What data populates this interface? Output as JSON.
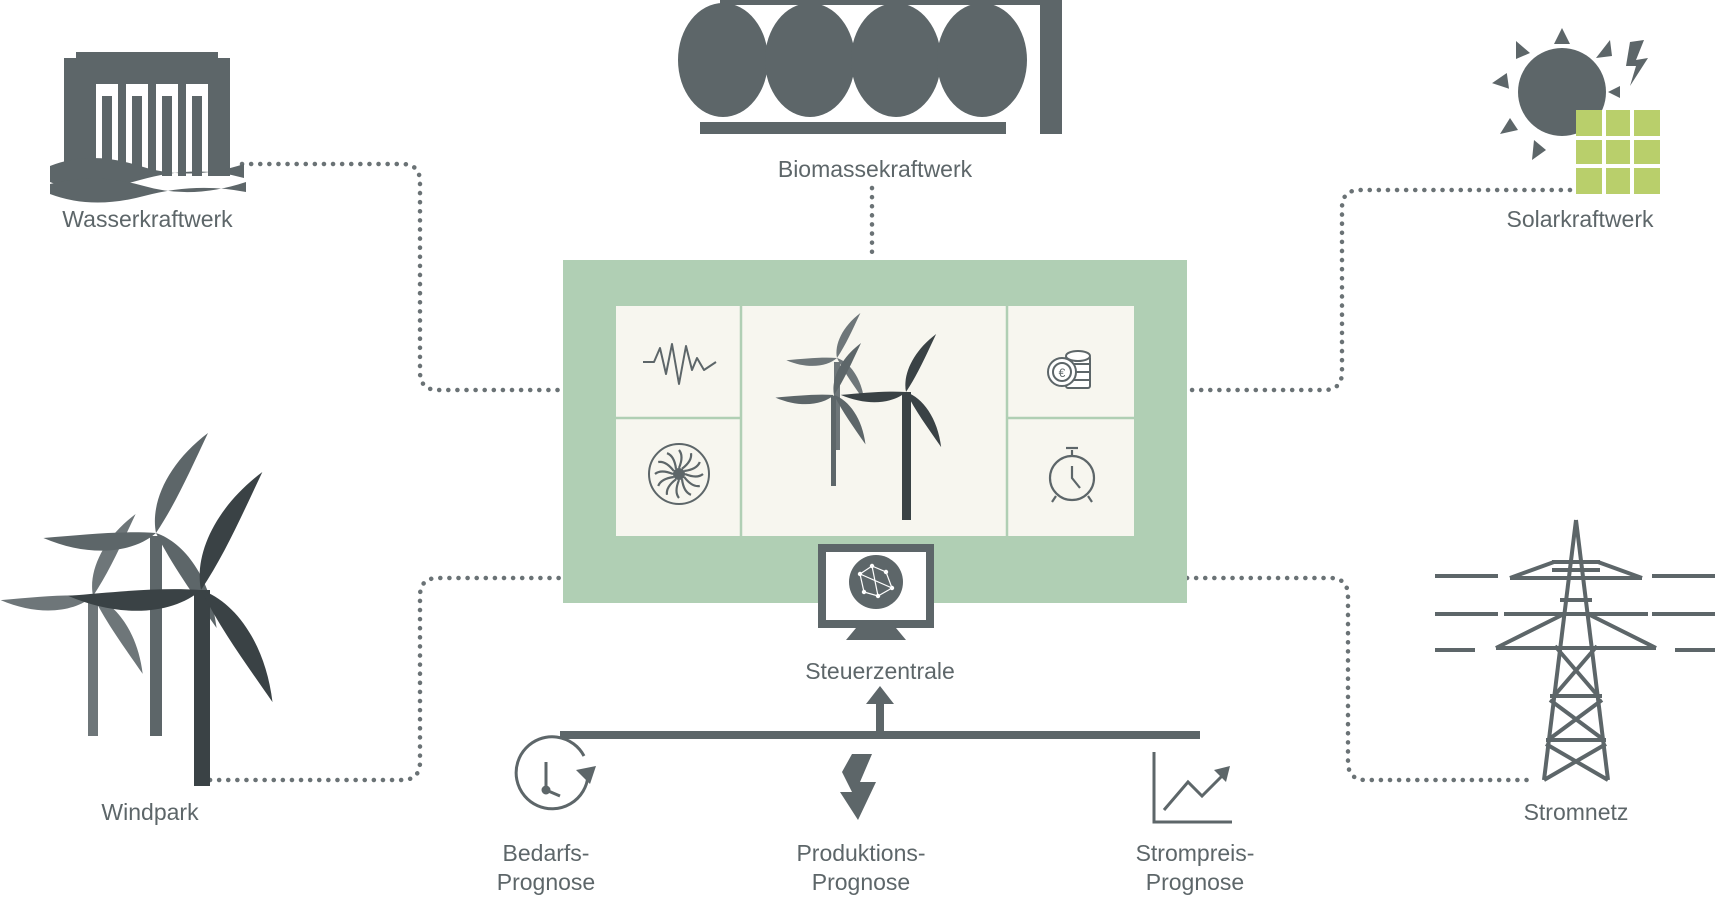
{
  "nodes": {
    "hydro": {
      "label": "Wasserkraftwerk",
      "icon": "hydro-dam-icon"
    },
    "biomass": {
      "label": "Biomassekraftwerk",
      "icon": "biomass-tanks-icon"
    },
    "solar": {
      "label": "Solarkraftwerk",
      "icon": "sun-solar-panel-icon"
    },
    "wind": {
      "label": "Windpark",
      "icon": "wind-turbines-icon"
    },
    "grid": {
      "label": "Stromnetz",
      "icon": "power-pylon-icon"
    },
    "control": {
      "label": "Steuerzentrale",
      "icon": "monitor-network-icon"
    }
  },
  "dashboard": {
    "tiles": [
      {
        "icon": "signal-wave-icon"
      },
      {
        "icon": "wind-turbines-icon"
      },
      {
        "icon": "euro-coins-icon"
      },
      {
        "icon": "turbine-fan-icon"
      },
      {
        "icon": "stopwatch-icon"
      }
    ]
  },
  "forecasts": [
    {
      "line1": "Bedarfs-",
      "line2": "Prognose",
      "icon": "clock-refresh-icon"
    },
    {
      "line1": "Produktions-",
      "line2": "Prognose",
      "icon": "lightning-bolt-icon"
    },
    {
      "line1": "Strompreis-",
      "line2": "Prognose",
      "icon": "rising-chart-icon"
    }
  ],
  "colors": {
    "icon_gray": "#5d6669",
    "dark_gray": "#3a4245",
    "panel_green": "#b0cfb4",
    "tile_bg": "#f7f6ef",
    "solar_green": "#b9cf6b",
    "connector": "#6a7275"
  }
}
